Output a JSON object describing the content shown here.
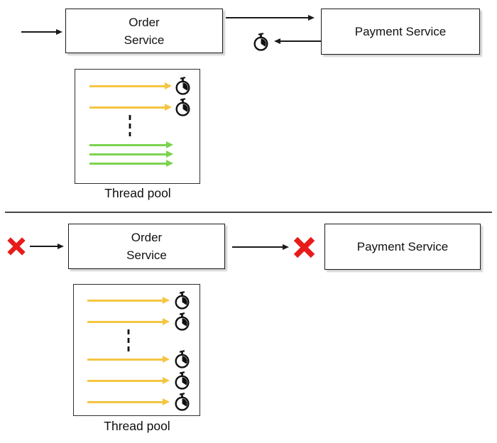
{
  "colors": {
    "busy": "#F5C542",
    "free": "#7CD34F",
    "fail": "#E81B1B",
    "line": "#1A1A1A"
  },
  "top": {
    "order_service": {
      "line1": "Order",
      "line2": "Service"
    },
    "payment_service": {
      "label": "Payment Service"
    },
    "response_timeout_icon": "stopwatch",
    "thread_pool": {
      "label": "Thread pool",
      "busy_threads": 2,
      "free_threads": 3,
      "busy_thread_icon": "stopwatch",
      "ellipsis": true
    }
  },
  "bottom": {
    "order_service": {
      "line1": "Order",
      "line2": "Service"
    },
    "payment_service": {
      "label": "Payment Service"
    },
    "incoming_blocked_icon": "x-mark",
    "outgoing_blocked_icon": "x-mark",
    "thread_pool": {
      "label": "Thread pool",
      "busy_threads": 5,
      "free_threads": 0,
      "busy_thread_icon": "stopwatch",
      "ellipsis": true
    }
  }
}
